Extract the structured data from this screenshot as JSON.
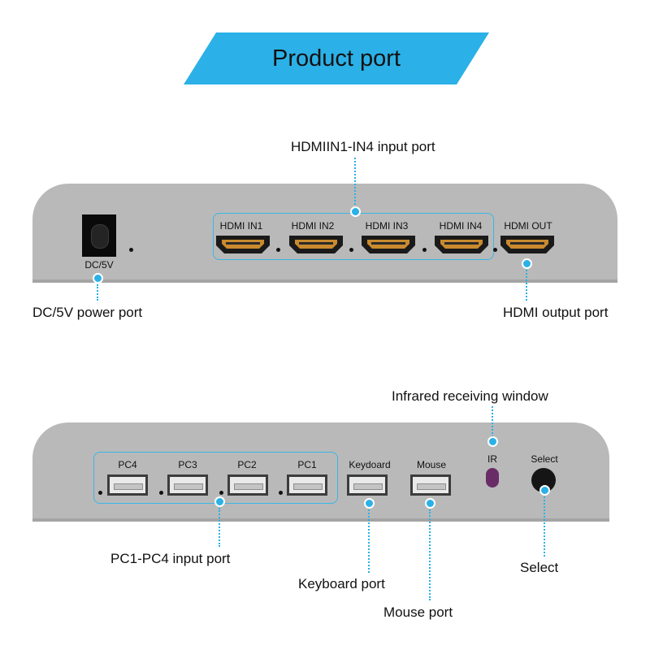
{
  "title": "Product port",
  "colors": {
    "banner": "#2bb1e7",
    "panel": "#b9b9b9",
    "accent": "#2bb1e7",
    "ir_window": "#6a2c66"
  },
  "top_panel": {
    "dc_label": "DC/5V",
    "hdmi_inputs": [
      "HDMI  IN1",
      "HDMI  IN2",
      "HDMI  IN3",
      "HDMI  IN4"
    ],
    "hdmi_out_label": "HDMI  OUT"
  },
  "front_panel": {
    "pc_ports": [
      "PC4",
      "PC3",
      "PC2",
      "PC1"
    ],
    "keyboard_label": "Keydoard",
    "mouse_label": "Mouse",
    "ir_label": "IR",
    "select_label": "Select"
  },
  "callouts": {
    "hdmi_in": "HDMIIN1-IN4 input port",
    "dc_power": "DC/5V power port",
    "hdmi_out": "HDMI output port",
    "infrared": "Infrared receiving window",
    "pc_in": "PC1-PC4 input port",
    "keyboard": "Keyboard port",
    "mouse": "Mouse port",
    "select": "Select"
  }
}
